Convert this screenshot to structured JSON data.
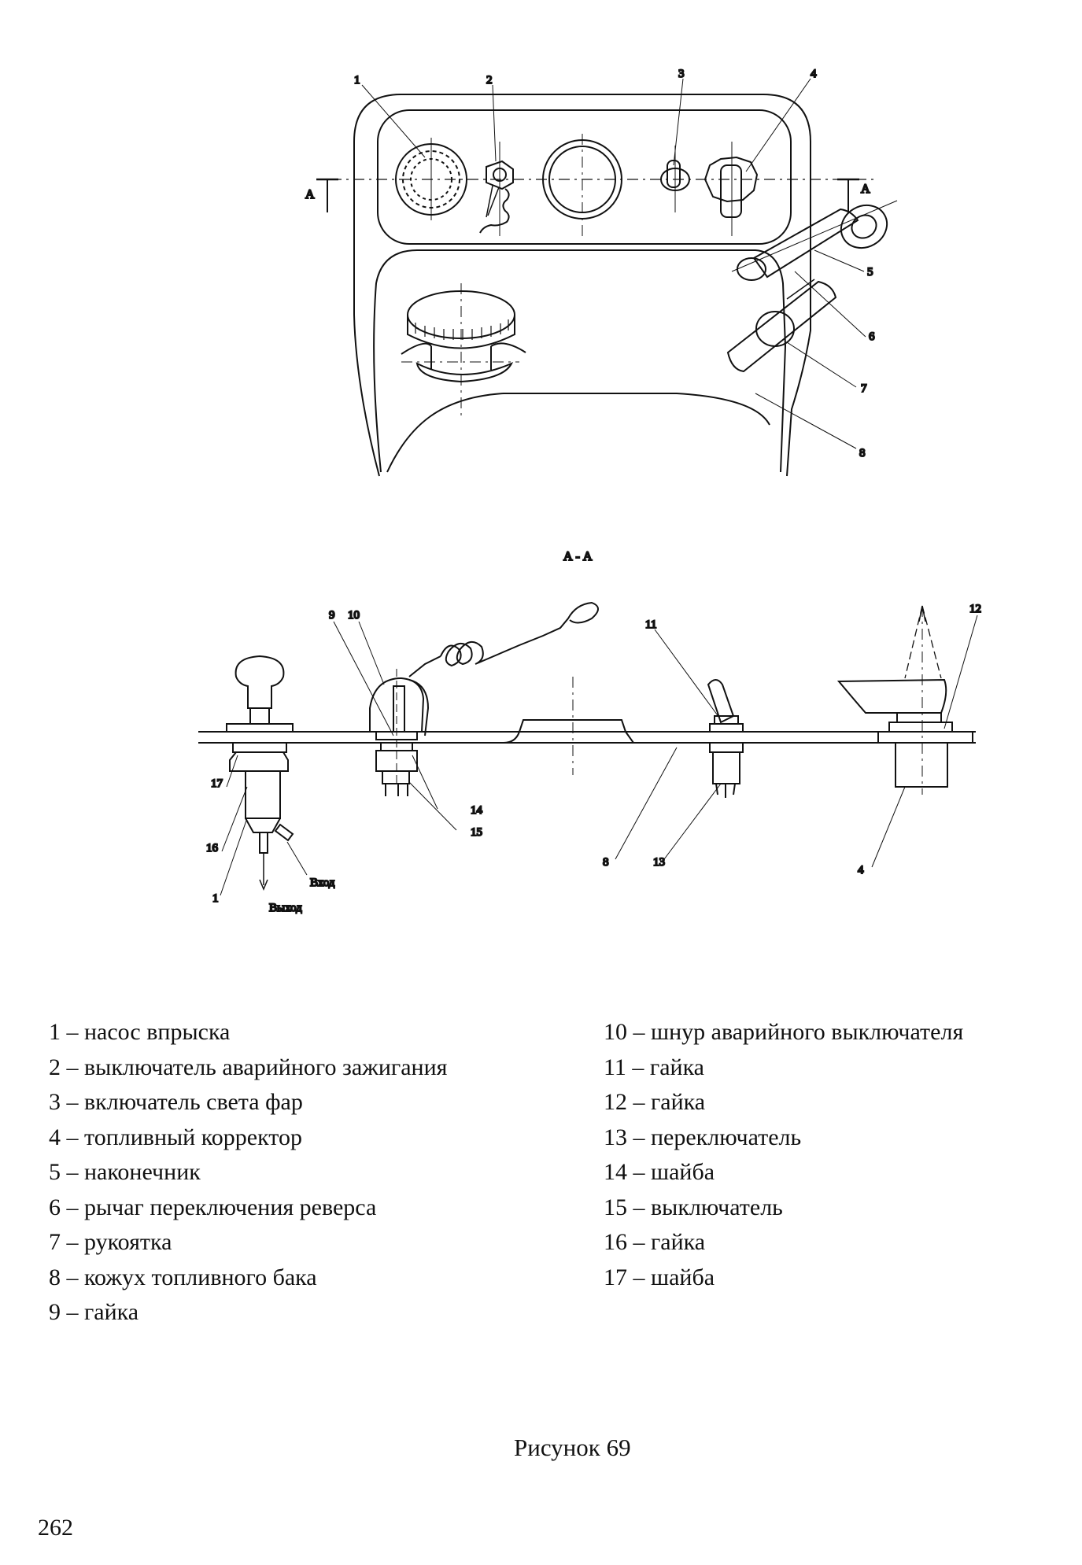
{
  "plan_view": {
    "callouts": [
      "1",
      "2",
      "3",
      "4",
      "5",
      "6",
      "7",
      "8"
    ],
    "section_marks": [
      "А",
      "А"
    ]
  },
  "section_view": {
    "title": "А - А",
    "callouts": [
      "9",
      "10",
      "11",
      "12",
      "13",
      "14",
      "15",
      "16",
      "17",
      "1",
      "8",
      "4"
    ],
    "flow_labels": {
      "inlet": "Вход",
      "outlet": "Выход"
    }
  },
  "legend": {
    "left": [
      {
        "num": "1",
        "text": "насос впрыска"
      },
      {
        "num": "2",
        "text": "выключатель аварийного зажигания"
      },
      {
        "num": "3",
        "text": "включатель света фар"
      },
      {
        "num": "4",
        "text": "топливный корректор"
      },
      {
        "num": "5",
        "text": "наконечник"
      },
      {
        "num": "6",
        "text": "рычаг переключения реверса"
      },
      {
        "num": "7",
        "text": "рукоятка"
      },
      {
        "num": "8",
        "text": "кожух топливного бака"
      },
      {
        "num": "9",
        "text": "гайка"
      }
    ],
    "right": [
      {
        "num": "10",
        "text": "шнур аварийного выключателя"
      },
      {
        "num": "11",
        "text": "гайка"
      },
      {
        "num": "12",
        "text": "гайка"
      },
      {
        "num": "13",
        "text": "переключатель"
      },
      {
        "num": "14",
        "text": "шайба"
      },
      {
        "num": "15",
        "text": "выключатель"
      },
      {
        "num": "16",
        "text": "гайка"
      },
      {
        "num": "17",
        "text": "шайба"
      }
    ],
    "separator": " – "
  },
  "caption": "Рисунок 69",
  "page_number": "262"
}
